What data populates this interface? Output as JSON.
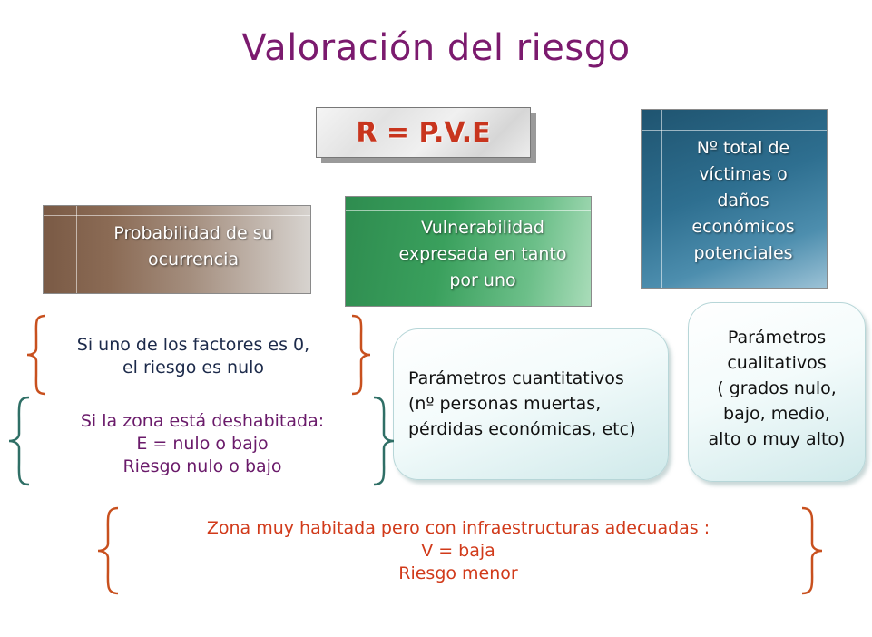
{
  "title": "Valoración del riesgo",
  "formula": "R = P.V.E",
  "cards": {
    "probability": "Probabilidad de su\nocurrencia",
    "vulnerability": "Vulnerabilidad\nexpresada en tanto\npor uno",
    "exposure": "Nº total de\nvíctimas o\ndaños\neconómicos\npotenciales"
  },
  "parameters": {
    "quantitative": "Parámetros cuantitativos\n(nº personas muertas,\npérdidas económicas, etc)",
    "qualitative": "Parámetros\ncualitativos\n( grados nulo,\nbajo, medio,\nalto o muy alto)"
  },
  "statements": {
    "zero_factor": "Si uno de los factores es 0,\nel riesgo es nulo",
    "uninhabited": "Si la zona está deshabitada:\nE = nulo o bajo\nRiesgo nulo o bajo",
    "well_equipped": "Zona muy habitada pero con infraestructuras adecuadas :\nV = baja\nRiesgo menor"
  },
  "colors": {
    "title": "#7b1a6e",
    "formula_text": "#c8351e",
    "probability_card": "#8b6b55",
    "vulnerability_card": "#3aa05d",
    "exposure_card": "#2e6f90",
    "brace_orange": "#c8501e",
    "brace_teal": "#2f6f66"
  }
}
